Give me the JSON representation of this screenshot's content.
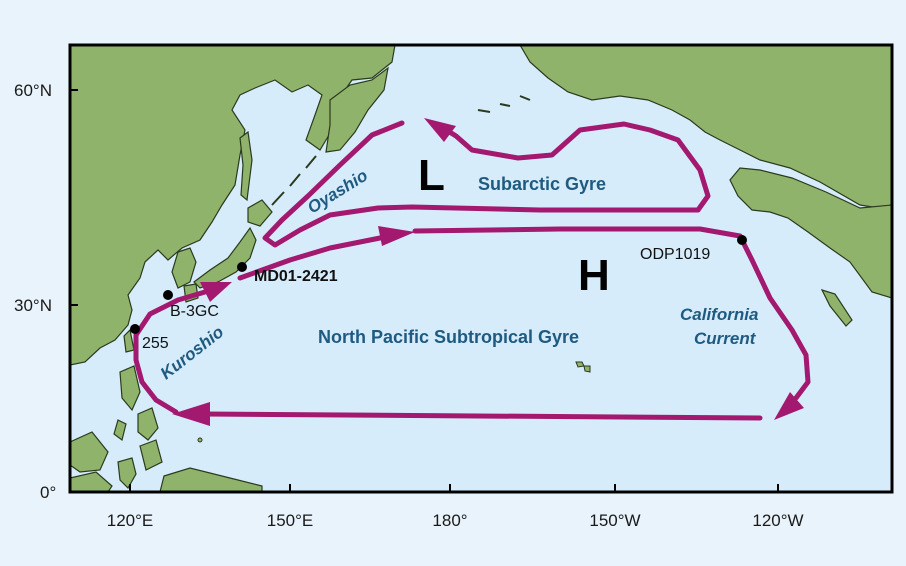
{
  "map": {
    "latitude_labels": [
      "60°N",
      "30°N",
      "0°"
    ],
    "longitude_labels": [
      "120°E",
      "150°E",
      "180°",
      "150°W",
      "120°W"
    ],
    "pressure_systems": {
      "low": "L",
      "high": "H"
    },
    "gyres": {
      "subarctic": "Subarctic Gyre",
      "subtropical": "North Pacific Subtropical Gyre"
    },
    "currents": {
      "oyashio": "Oyashio",
      "kuroshio": "Kuroshio",
      "california_line1": "California",
      "california_line2": "Current"
    },
    "sites": {
      "md01": "MD01-2421",
      "b3gc": "B-3GC",
      "s255": "255",
      "odp": "ODP1019"
    },
    "colors": {
      "ocean": "#d6ecfa",
      "land": "#8fb36b",
      "current_arrow": "#a3196f",
      "label_blue": "#1f5a80"
    }
  }
}
